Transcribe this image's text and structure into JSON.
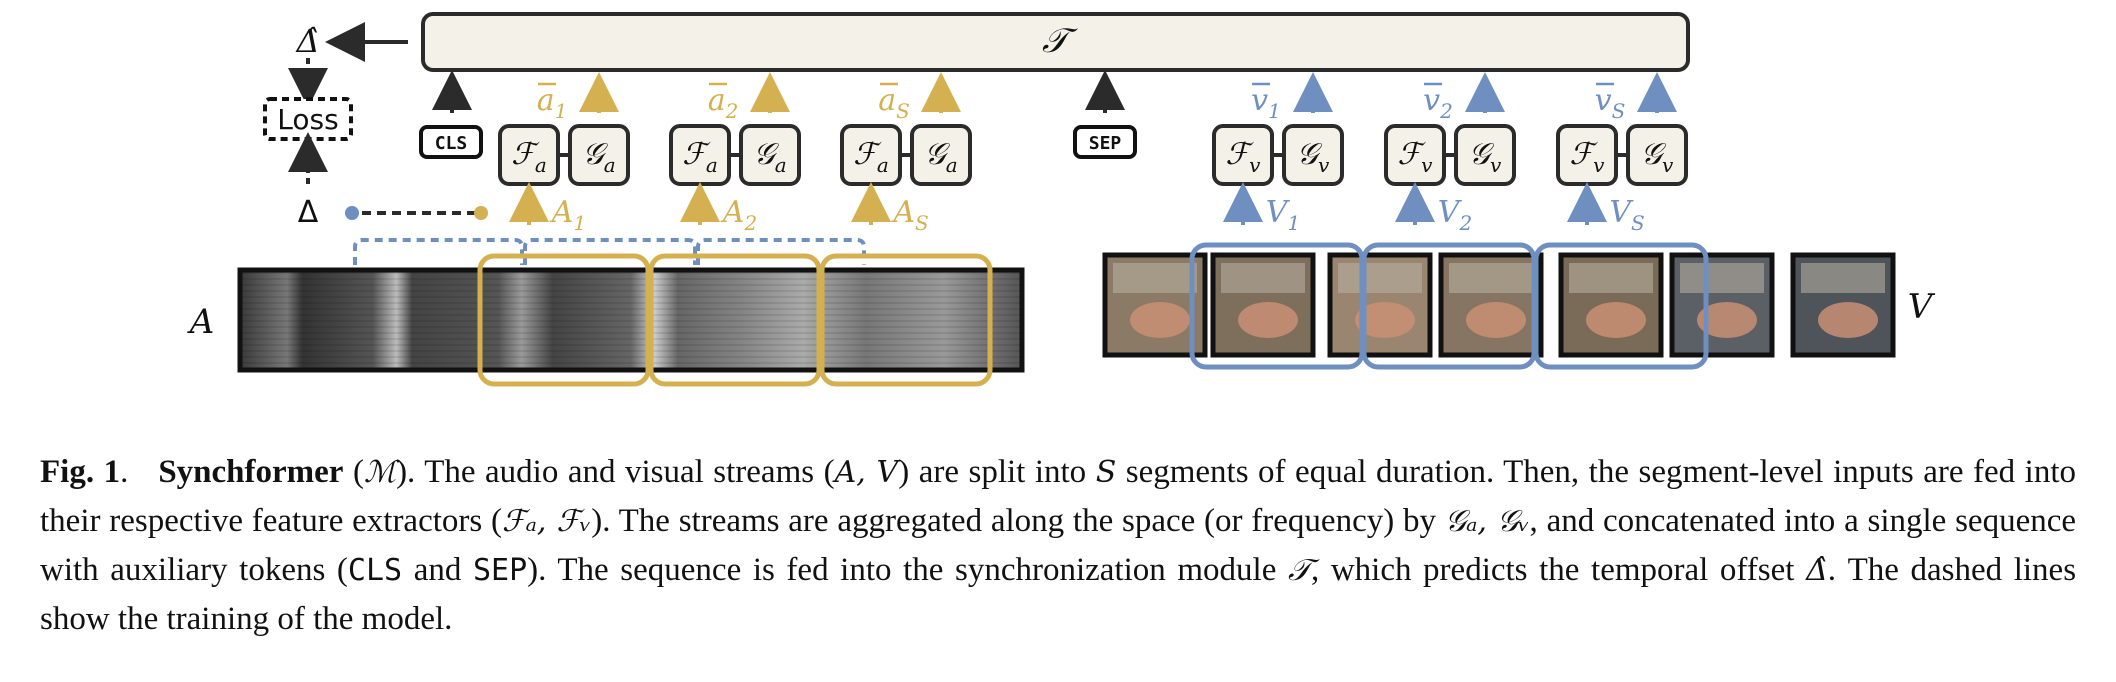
{
  "transformer": {
    "label": "𝒯"
  },
  "output": {
    "delta_hat": "Δ̂",
    "loss": "Loss",
    "delta": "Δ"
  },
  "tokens": {
    "cls": "CLS",
    "sep": "SEP"
  },
  "streams": {
    "audio": "A",
    "video": "V"
  },
  "audio_blocks": [
    {
      "f": "ℱ",
      "f_sub": "a",
      "g": "𝒢",
      "g_sub": "a",
      "out": "a",
      "out_sub": "1",
      "in": "A",
      "in_sub": "1"
    },
    {
      "f": "ℱ",
      "f_sub": "a",
      "g": "𝒢",
      "g_sub": "a",
      "out": "a",
      "out_sub": "2",
      "in": "A",
      "in_sub": "2"
    },
    {
      "f": "ℱ",
      "f_sub": "a",
      "g": "𝒢",
      "g_sub": "a",
      "out": "a",
      "out_sub": "S",
      "in": "A",
      "in_sub": "S"
    }
  ],
  "video_blocks": [
    {
      "f": "ℱ",
      "f_sub": "v",
      "g": "𝒢",
      "g_sub": "v",
      "out": "v",
      "out_sub": "1",
      "in": "V",
      "in_sub": "1"
    },
    {
      "f": "ℱ",
      "f_sub": "v",
      "g": "𝒢",
      "g_sub": "v",
      "out": "v",
      "out_sub": "2",
      "in": "V",
      "in_sub": "2"
    },
    {
      "f": "ℱ",
      "f_sub": "v",
      "g": "𝒢",
      "g_sub": "v",
      "out": "v",
      "out_sub": "S",
      "in": "V",
      "in_sub": "S"
    }
  ],
  "colors": {
    "audio": "#d4b050",
    "video": "#6f8fc1",
    "dark": "#2b2b2b",
    "box_fill": "#f4f1e8"
  },
  "caption": {
    "fig": "Fig. 1",
    "title": "Synchformer",
    "model_symbol": "ℳ",
    "text_1": "The audio and visual streams (",
    "av": "A, V",
    "text_2": ") are split into",
    "s": "S",
    "text_3": "segments of equal duration. Then, the segment-level inputs are fed into their respective feature extractors (",
    "fa_fv": "ℱₐ, ℱᵥ",
    "text_4": "). The streams are aggregated along the space (or frequency) by",
    "ga_gv": "𝒢ₐ, 𝒢ᵥ",
    "text_5": ", and concatenated into a single sequence with auxiliary tokens (",
    "cls": "CLS",
    "text_and": "and",
    "sep": "SEP",
    "text_6": "). The sequence is fed into the synchronization module",
    "t_symbol": "𝒯",
    "text_7": ", which predicts the temporal offset",
    "delta_hat": "Δ̂",
    "text_8": ". The dashed lines show the training of the model."
  }
}
